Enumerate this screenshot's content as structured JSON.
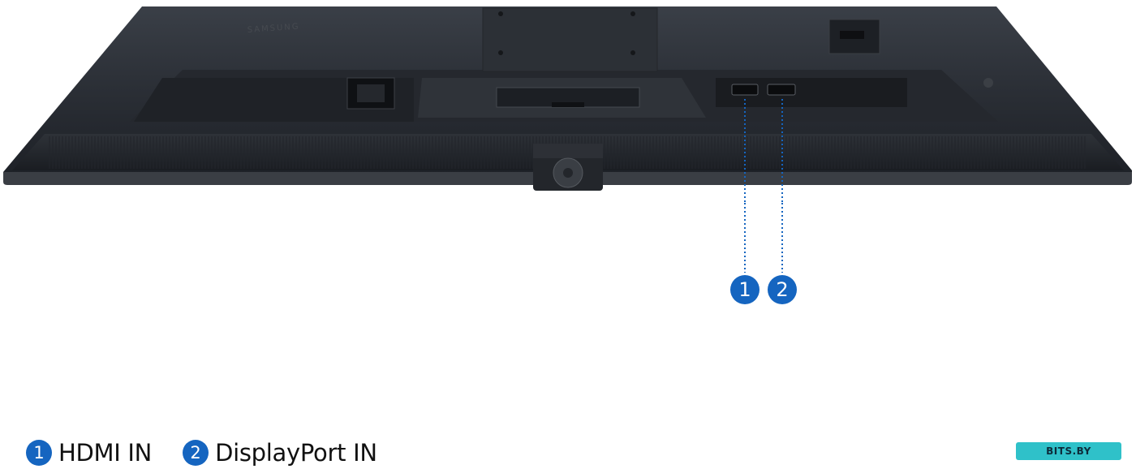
{
  "colors": {
    "accent": "#1565c0",
    "monitor_body": "#2b2f36",
    "monitor_dark": "#1c1f24",
    "watermark_bg": "#2fc1c9"
  },
  "product": {
    "brand_text": "SAMSUNG"
  },
  "callouts": [
    {
      "number": "1",
      "port": "HDMI IN"
    },
    {
      "number": "2",
      "port": "DisplayPort IN"
    }
  ],
  "legend": [
    {
      "number": "1",
      "label": "HDMI IN"
    },
    {
      "number": "2",
      "label": "DisplayPort IN"
    }
  ],
  "watermark": {
    "text": "BITS.BY"
  }
}
